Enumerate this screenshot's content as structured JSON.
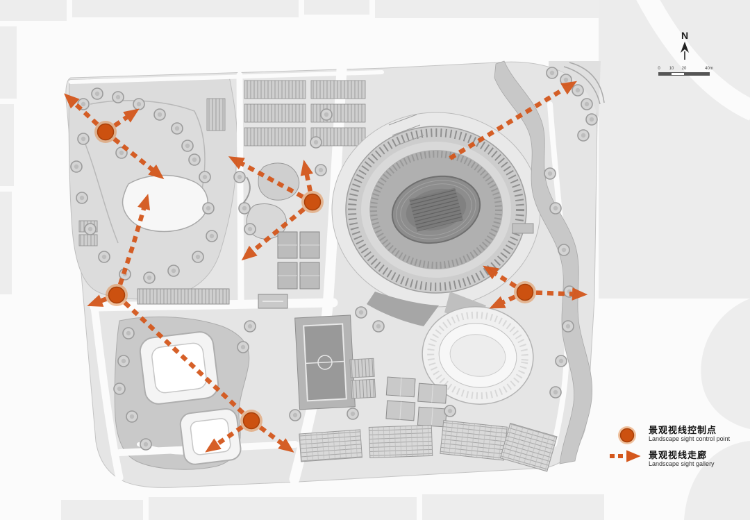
{
  "compass": {
    "label": "N"
  },
  "scalebar": {
    "labels": [
      "0",
      "10",
      "20",
      "40m"
    ]
  },
  "legend": {
    "items": [
      {
        "zh": "景观视线控制点",
        "en": "Landscape sight control point"
      },
      {
        "zh": "景观视线走廊",
        "en": "Landscape sight gallery"
      }
    ]
  },
  "colors": {
    "accent": "#d4571c",
    "accent_dark": "#a83f08",
    "site_gray": "#e5e5e5",
    "block_gray": "#ededed"
  }
}
